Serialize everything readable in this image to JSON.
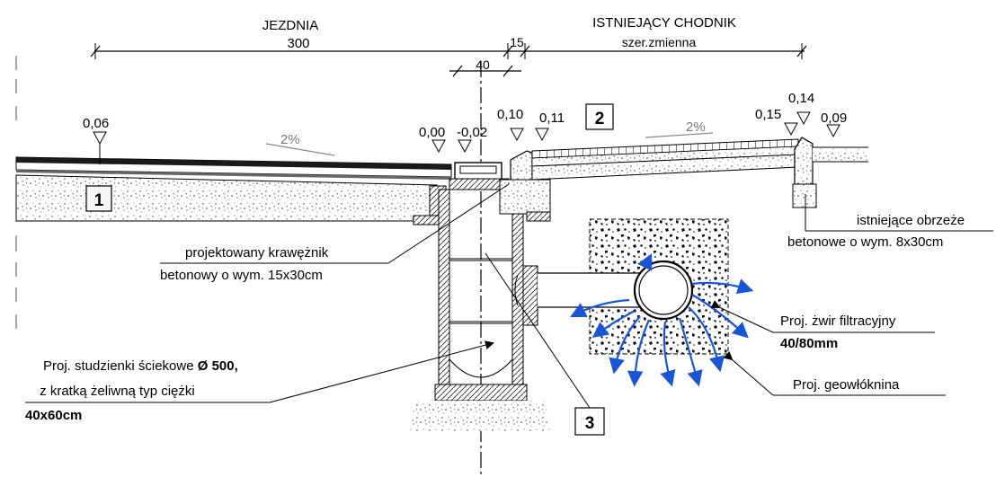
{
  "sections": {
    "roadway_title": "JEZDNIA",
    "sidewalk_title": "ISTNIEJĄCY CHODNIK"
  },
  "dimensions": {
    "roadway_width": "300",
    "curb_width": "15",
    "sidewalk_width": "szer.zmienna",
    "inlet_width": "40"
  },
  "elevations": {
    "road_edge": "0,06",
    "gutter": "0,00",
    "grate": "-0,02",
    "curb_top": "0,10",
    "sidewalk_start": "0,11",
    "sidewalk_end": "0,15",
    "edging_top": "0,14",
    "outer": "0,09"
  },
  "slopes": {
    "road": "2%",
    "sidewalk": "2%"
  },
  "markers": {
    "m1": "1",
    "m2": "2",
    "m3": "3"
  },
  "annotations": {
    "curb": {
      "line1": "projektowany krawężnik",
      "line2": "betonowy o wym. 15x30cm"
    },
    "edging": {
      "line1": "istniejące obrzeże",
      "line2": "betonowe o wym. 8x30cm"
    },
    "gully": {
      "line1_prefix": "Proj. studzienki ściekowe ",
      "line1_bold": "Ø 500,",
      "line2": " z kratką żeliwną typ ciężki",
      "line3": "40x60cm"
    },
    "gravel": {
      "line1": "Proj. żwir filtracyjny",
      "line2": "40/80mm"
    },
    "geotextile": {
      "line1": "Proj. geowłóknina"
    }
  },
  "colors": {
    "line": "#000000",
    "flow_arrows": "#1a55d6",
    "concrete_fill": "#f4f4f4",
    "asphalt": "#1a1a1a"
  }
}
